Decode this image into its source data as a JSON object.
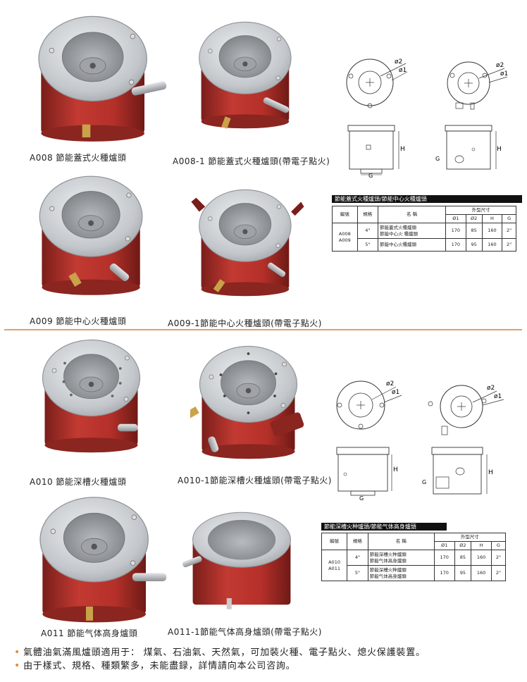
{
  "captions": {
    "a008": "A008 節能蓋式火種爐頭",
    "a008_1": "A008-1 節能蓋式火種爐頭(帶電子點火)",
    "a009": "A009 節能中心火種爐頭",
    "a009_1": "A009-1節能中心火種爐頭(帶電子點火)",
    "a010": "A010   節能深槽火種爐頭",
    "a010_1": "A010-1節能深槽火種爐頭(帶電子點火)",
    "a011": "A011 節能气体高身爐頭",
    "a011_1": "A011-1節能气体高身爐頭(帶電子點火)"
  },
  "diagram_labels": {
    "phi2": "ø2",
    "phi1": "ø1",
    "h": "H",
    "g": "G"
  },
  "table1": {
    "title": "節能蓋式火種爐頭/節能中心火種爐頭",
    "col_id": "編號",
    "col_size": "規格",
    "col_name": "名  稱",
    "col_dims": "外型尺寸",
    "sub_phi1": "Ø1",
    "sub_phi2": "Ø2",
    "sub_h": "H",
    "sub_g": "G",
    "ids": "A008\nA009",
    "rows": [
      {
        "size": "4\"",
        "name1": "節能蓋式火種爐頭",
        "name2": "節能中心火 種爐頭",
        "phi1": "170",
        "phi2": "85",
        "h": "160",
        "g": "2\""
      },
      {
        "size": "5\"",
        "name1": "節能中心火種爐頭",
        "name2": "",
        "phi1": "170",
        "phi2": "95",
        "h": "160",
        "g": "2\""
      }
    ]
  },
  "table2": {
    "title": "節能深槽火种爐頭/節能气体高身爐頭",
    "col_id": "編號",
    "col_size": "規格",
    "col_name": "名  稱",
    "col_dims": "外型尺寸",
    "sub_phi1": "Ø1",
    "sub_phi2": "Ø2",
    "sub_h": "H",
    "sub_g": "G",
    "ids": "A010\nA011",
    "rows": [
      {
        "size": "4\"",
        "name1": "節能深槽火种爐頭",
        "name2": "節能气体高身爐頭",
        "phi1": "170",
        "phi2": "85",
        "h": "160",
        "g": "2\""
      },
      {
        "size": "5\"",
        "name1": "節能深槽火种爐頭",
        "name2": "節能气体高身爐頭",
        "phi1": "170",
        "phi2": "95",
        "h": "160",
        "g": "2\""
      }
    ]
  },
  "footer": {
    "line1": "氣體油氣滿風爐頭適用于： 煤氣、石油氣、天然氣，可加裝火種、電子點火、熄火保護裝置。",
    "line2": "由于樣式、規格、種類繁多，未能盡録，詳情請向本公司咨詢。"
  },
  "colors": {
    "body_red": "#b8322c",
    "metal": "#c8ccd0",
    "divider": "#e0a070",
    "bullet": "#e08a3a"
  }
}
